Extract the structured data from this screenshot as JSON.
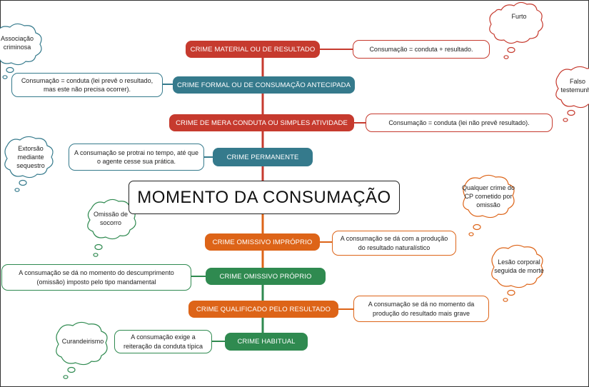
{
  "title": "MOMENTO DA CONSUMAÇÃO",
  "colors": {
    "red": "#c63a2e",
    "teal": "#357a8c",
    "orange": "#dd6418",
    "green": "#2f8a50"
  },
  "branches": [
    {
      "id": "material",
      "label": "CRIME MATERIAL OU DE RESULTADO",
      "desc": "Consumação = conduta + resultado.",
      "example": "Furto"
    },
    {
      "id": "formal",
      "label": "CRIME FORMAL OU DE CONSUMAÇÃO ANTECIPADA",
      "desc": "Consumação = conduta (lei prevê o resultado, mas este não precisa ocorrer).",
      "example": "Associação criminosa"
    },
    {
      "id": "mera",
      "label": "CRIME DE MERA CONDUTA OU SIMPLES ATIVIDADE",
      "desc": "Consumação = conduta (lei não prevê resultado).",
      "example": "Falso testemunho"
    },
    {
      "id": "permanente",
      "label": "CRIME PERMANENTE",
      "desc": "A consumação se protrai no tempo, até que o agente cesse sua prática.",
      "example": "Extorsão mediante sequestro"
    },
    {
      "id": "improprio",
      "label": "CRIME OMISSIVO IMPRÓPRIO",
      "desc": "A consumação se dá com a produção do resultado naturalístico",
      "example": "Qualquer crime do CP cometido por omissão"
    },
    {
      "id": "proprio",
      "label": "CRIME OMISSIVO PRÓPRIO",
      "desc": "A consumação se dá no momento do descumprimento (omissão) imposto pelo tipo mandamental",
      "example": "Omissão de socorro"
    },
    {
      "id": "qualificado",
      "label": "CRIME QUALIFICADO PELO RESULTADO",
      "desc": "A consumação se dá no momento da produção do resultado mais grave",
      "example": "Lesão corporal seguida de morte"
    },
    {
      "id": "habitual",
      "label": "CRIME HABITUAL",
      "desc": "A consumação exige a reiteração da conduta típica",
      "example": "Curandeirismo"
    }
  ]
}
